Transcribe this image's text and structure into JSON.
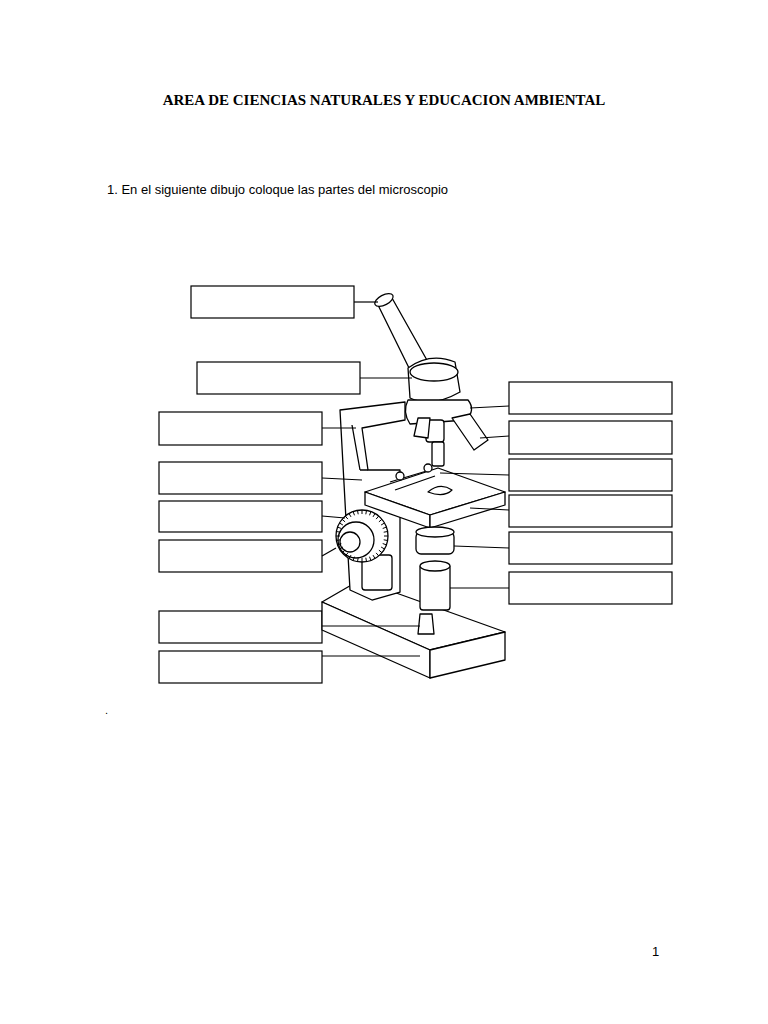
{
  "diagram": {
    "title": "AREA DE CIENCIAS NATURALES Y EDUCACION AMBIENTAL",
    "labels": [
      "1. En el siguiente dibujo coloque las partes del microscopio",
      ".",
      "1"
    ]
  }
}
